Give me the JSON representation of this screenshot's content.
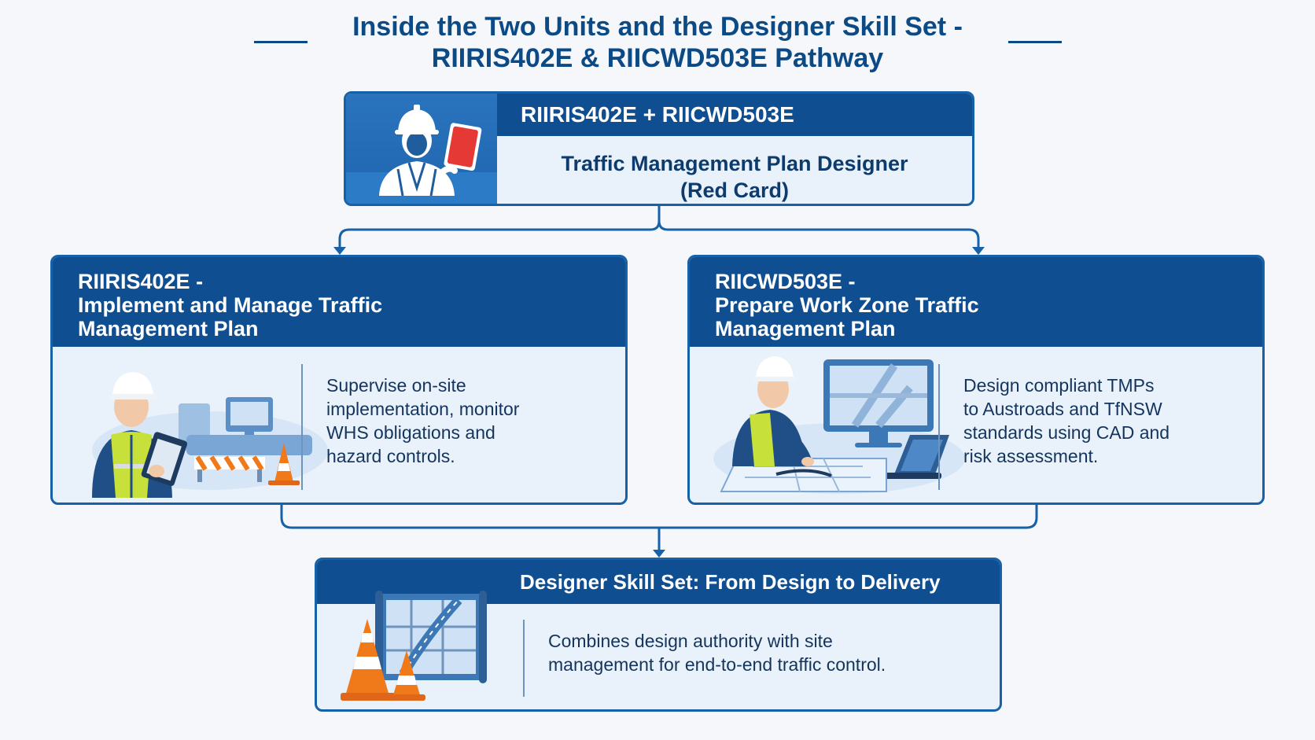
{
  "title": {
    "line1": "Inside the Two Units and the Designer Skill Set -",
    "line2": "RIIRIS402E & RIICWD503E Pathway"
  },
  "top_box": {
    "heading": "RIIRIS402E + RIICWD503E",
    "role_line1": "Traffic Management Plan Designer",
    "role_line2": "(Red Card)"
  },
  "left_box": {
    "code": "RIIRIS402E -",
    "title_line1": "Implement and Manage Traffic",
    "title_line2": "Management Plan",
    "description": [
      "Supervise on-site",
      "implementation, monitor",
      "WHS obligations and",
      "hazard controls."
    ]
  },
  "right_box": {
    "code": "RIICWD503E -",
    "title_line1": "Prepare Work Zone Traffic",
    "title_line2": "Management Plan",
    "description": [
      "Design compliant TMPs",
      "to Austroads and TfNSW",
      "standards using CAD and",
      "risk assessment."
    ]
  },
  "bottom_box": {
    "heading": "Designer Skill Set: From Design to Delivery",
    "description": [
      "Combines design authority with site",
      "management for end-to-end traffic control."
    ]
  },
  "colors": {
    "primary": "#0f4f91",
    "border": "#1761a8",
    "panel": "#e9f2fb",
    "red_card": "#e53935",
    "cone": "#f07a1a",
    "vest": "#c8e03a"
  }
}
